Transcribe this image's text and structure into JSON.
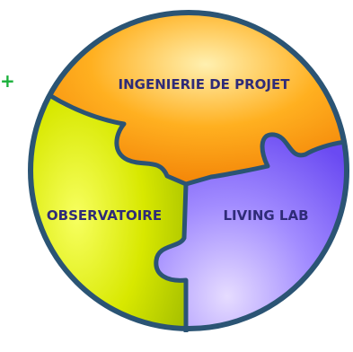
{
  "diagram": {
    "pieces": [
      {
        "id": "ingenierie",
        "label": "INGENIERIE DE PROJET",
        "color_light": "#fff0b0",
        "color_mid": "#ffb020",
        "color_dark": "#f07800"
      },
      {
        "id": "observatoire",
        "label": "OBSERVATOIRE",
        "color_light": "#f7ff60",
        "color_mid": "#d8e800",
        "color_dark": "#9cb800"
      },
      {
        "id": "living-lab",
        "label": "LIVING LAB",
        "color_light": "#e6dcff",
        "color_mid": "#a28cff",
        "color_dark": "#6a4af2"
      }
    ],
    "border_color": "#2b5474",
    "text_color": "#2f2b78",
    "plus_mark": "+",
    "plus_color": "#19b03a"
  }
}
